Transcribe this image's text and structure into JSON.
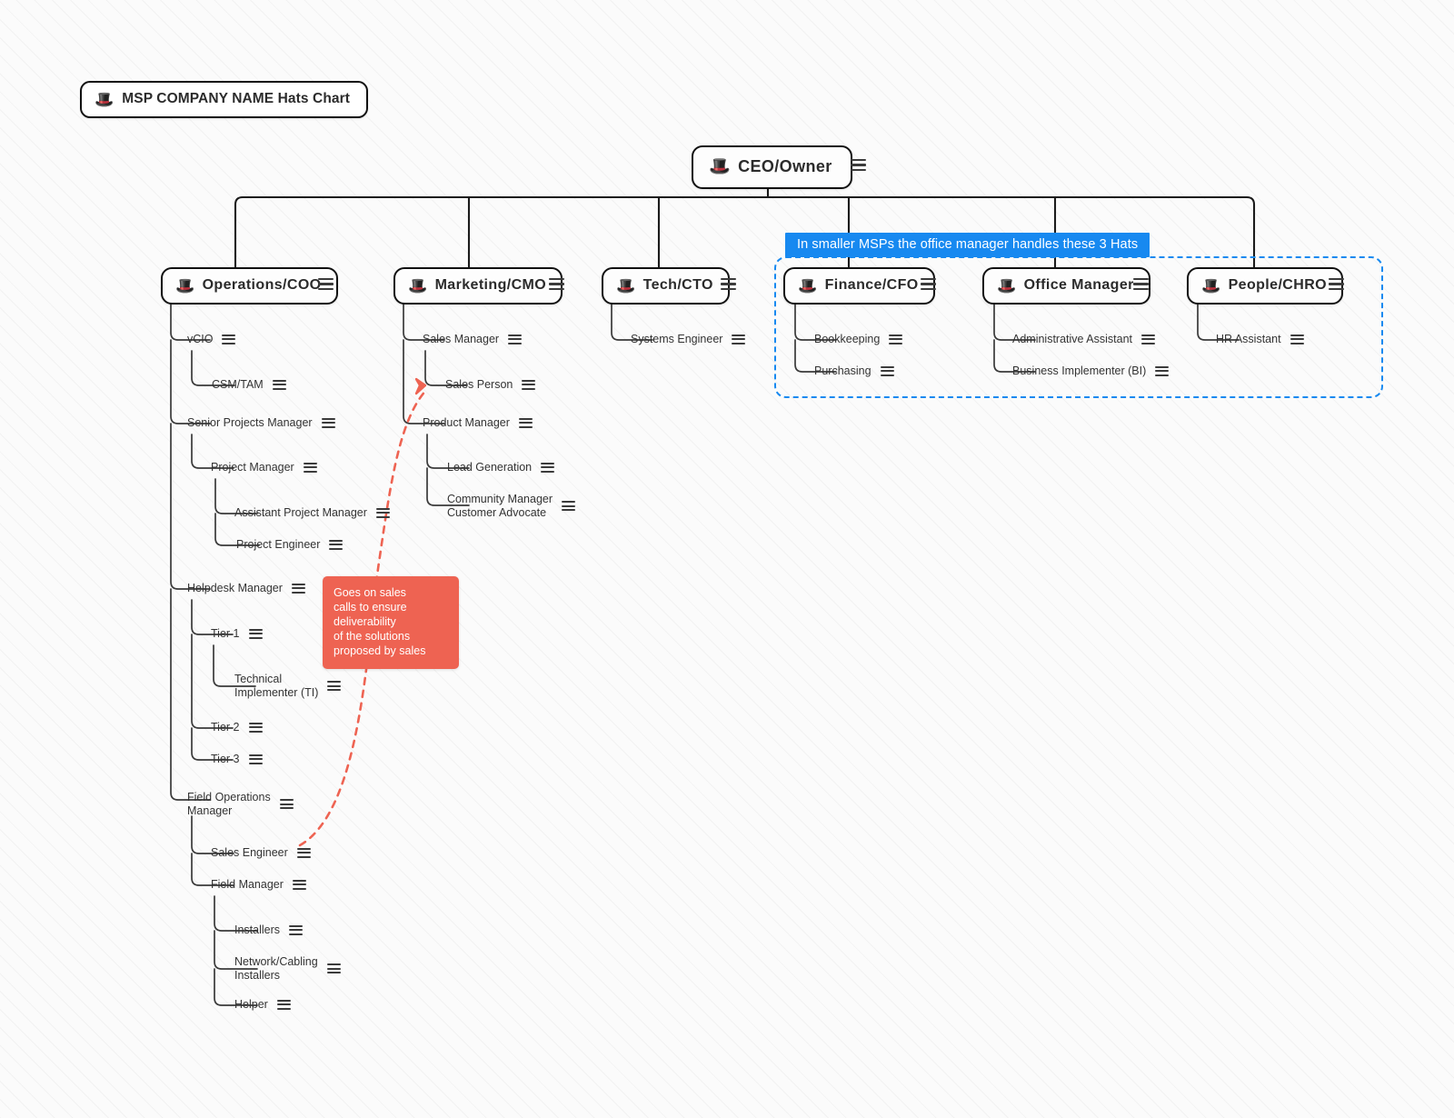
{
  "chart_title": {
    "icon": "top-hat-icon",
    "label": "MSP COMPANY NAME Hats Chart"
  },
  "menu_icon_name": "hamburger-menu-icon",
  "colors": {
    "accent_blue": "#1789f0",
    "note_red": "#ee6352",
    "node_border": "#111111",
    "background": "#fbfbfb"
  },
  "annotation_banner": {
    "text": "In smaller MSPs the office manager handles these 3 Hats"
  },
  "note": {
    "text": "Goes on sales\ncalls to ensure\ndeliverability\nof the solutions\nproposed by sales"
  },
  "root": {
    "label": "CEO/Owner",
    "icon": "top-hat-icon"
  },
  "departments": [
    {
      "label": "Operations/COO",
      "icon": "top-hat-icon",
      "children": [
        {
          "label": "vCIO",
          "children": [
            {
              "label": "CSM/TAM"
            }
          ]
        },
        {
          "label": "Senior Projects Manager",
          "children": [
            {
              "label": "Project Manager",
              "children": [
                {
                  "label": "Assistant Project Manager"
                },
                {
                  "label": "Project Engineer"
                }
              ]
            }
          ]
        },
        {
          "label": "Helpdesk Manager",
          "children": [
            {
              "label": "Tier 1",
              "children": [
                {
                  "label": "Technical\nImplementer (TI)"
                }
              ]
            },
            {
              "label": "Tier 2"
            },
            {
              "label": "Tier 3"
            }
          ]
        },
        {
          "label": "Field Operations\nManager",
          "children": [
            {
              "label": "Sales Engineer"
            },
            {
              "label": "Field Manager",
              "children": [
                {
                  "label": "Installers"
                },
                {
                  "label": "Network/Cabling\nInstallers"
                },
                {
                  "label": "Helper"
                }
              ]
            }
          ]
        }
      ]
    },
    {
      "label": "Marketing/CMO",
      "icon": "top-hat-icon",
      "children": [
        {
          "label": "Sales Manager",
          "children": [
            {
              "label": "Sales Person"
            }
          ]
        },
        {
          "label": "Product Manager",
          "children": [
            {
              "label": "Lead Generation"
            },
            {
              "label": "Community Manager\nCustomer Advocate"
            }
          ]
        }
      ]
    },
    {
      "label": "Tech/CTO",
      "icon": "top-hat-icon",
      "children": [
        {
          "label": "Systems Engineer"
        }
      ]
    },
    {
      "label": "Finance/CFO",
      "icon": "top-hat-icon",
      "children": [
        {
          "label": "Bookkeeping"
        },
        {
          "label": "Purchasing"
        }
      ]
    },
    {
      "label": "Office Manager",
      "icon": "top-hat-icon",
      "children": [
        {
          "label": "Administrative Assistant"
        },
        {
          "label": "Business Implementer (BI)"
        }
      ]
    },
    {
      "label": "People/CHRO",
      "icon": "top-hat-icon",
      "children": [
        {
          "label": "HR Assistant"
        }
      ]
    }
  ],
  "nodes": {
    "ceo": "CEO/Owner",
    "ops": "Operations/COO",
    "mkt": "Marketing/CMO",
    "tech": "Tech/CTO",
    "fin": "Finance/CFO",
    "office": "Office Manager",
    "people": "People/CHRO",
    "vcio": "vCIO",
    "csm": "CSM/TAM",
    "spm": "Senior Projects Manager",
    "pm": "Project Manager",
    "apm": "Assistant Project Manager",
    "pe": "Project Engineer",
    "hdm": "Helpdesk Manager",
    "tier1": "Tier 1",
    "ti": "Technical\nImplementer (TI)",
    "tier2": "Tier 2",
    "tier3": "Tier 3",
    "fom": "Field Operations\nManager",
    "se": "Sales Engineer",
    "fm": "Field Manager",
    "installers": "Installers",
    "netcab": "Network/Cabling\nInstallers",
    "helper": "Helper",
    "salesmgr": "Sales Manager",
    "salesperson": "Sales Person",
    "prodmgr": "Product Manager",
    "leadgen": "Lead Generation",
    "community": "Community Manager\nCustomer Advocate",
    "syseng": "Systems Engineer",
    "bookkeeping": "Bookkeeping",
    "purchasing": "Purchasing",
    "adminassist": "Administrative Assistant",
    "bi": "Business Implementer (BI)",
    "hrassist": "HR Assistant"
  }
}
